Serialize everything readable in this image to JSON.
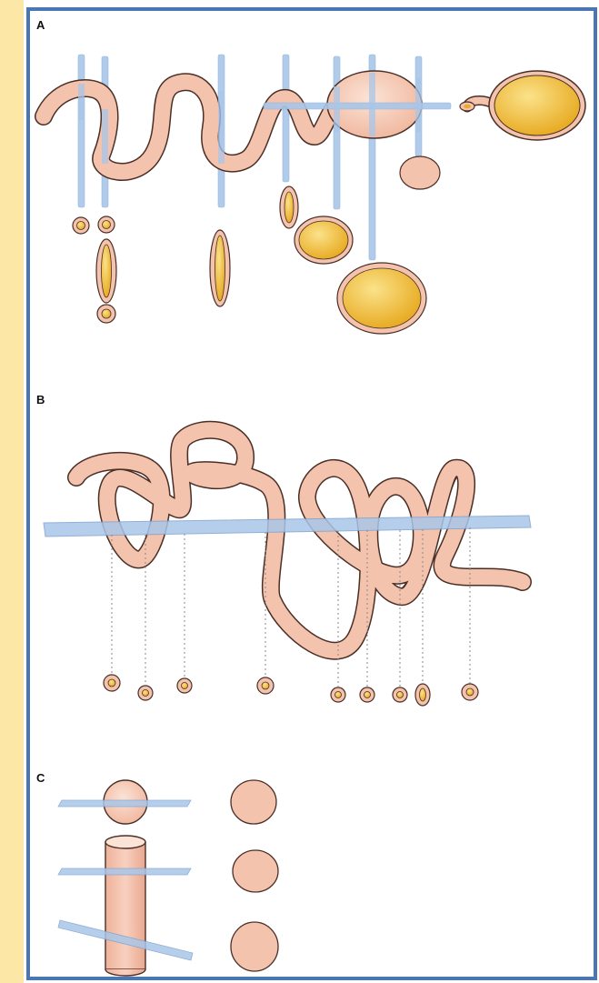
{
  "panels": {
    "a": {
      "label": "A"
    },
    "b": {
      "label": "B"
    },
    "c": {
      "label": "C"
    }
  },
  "colors": {
    "tube_fill": "#f4c3ad",
    "tube_outline": "#4a2f27",
    "lumen_fill": "#f2c03e",
    "plane_fill": "#a9c6e8",
    "frame_border": "#4a76b3",
    "side_strip": "#fde7a6"
  }
}
